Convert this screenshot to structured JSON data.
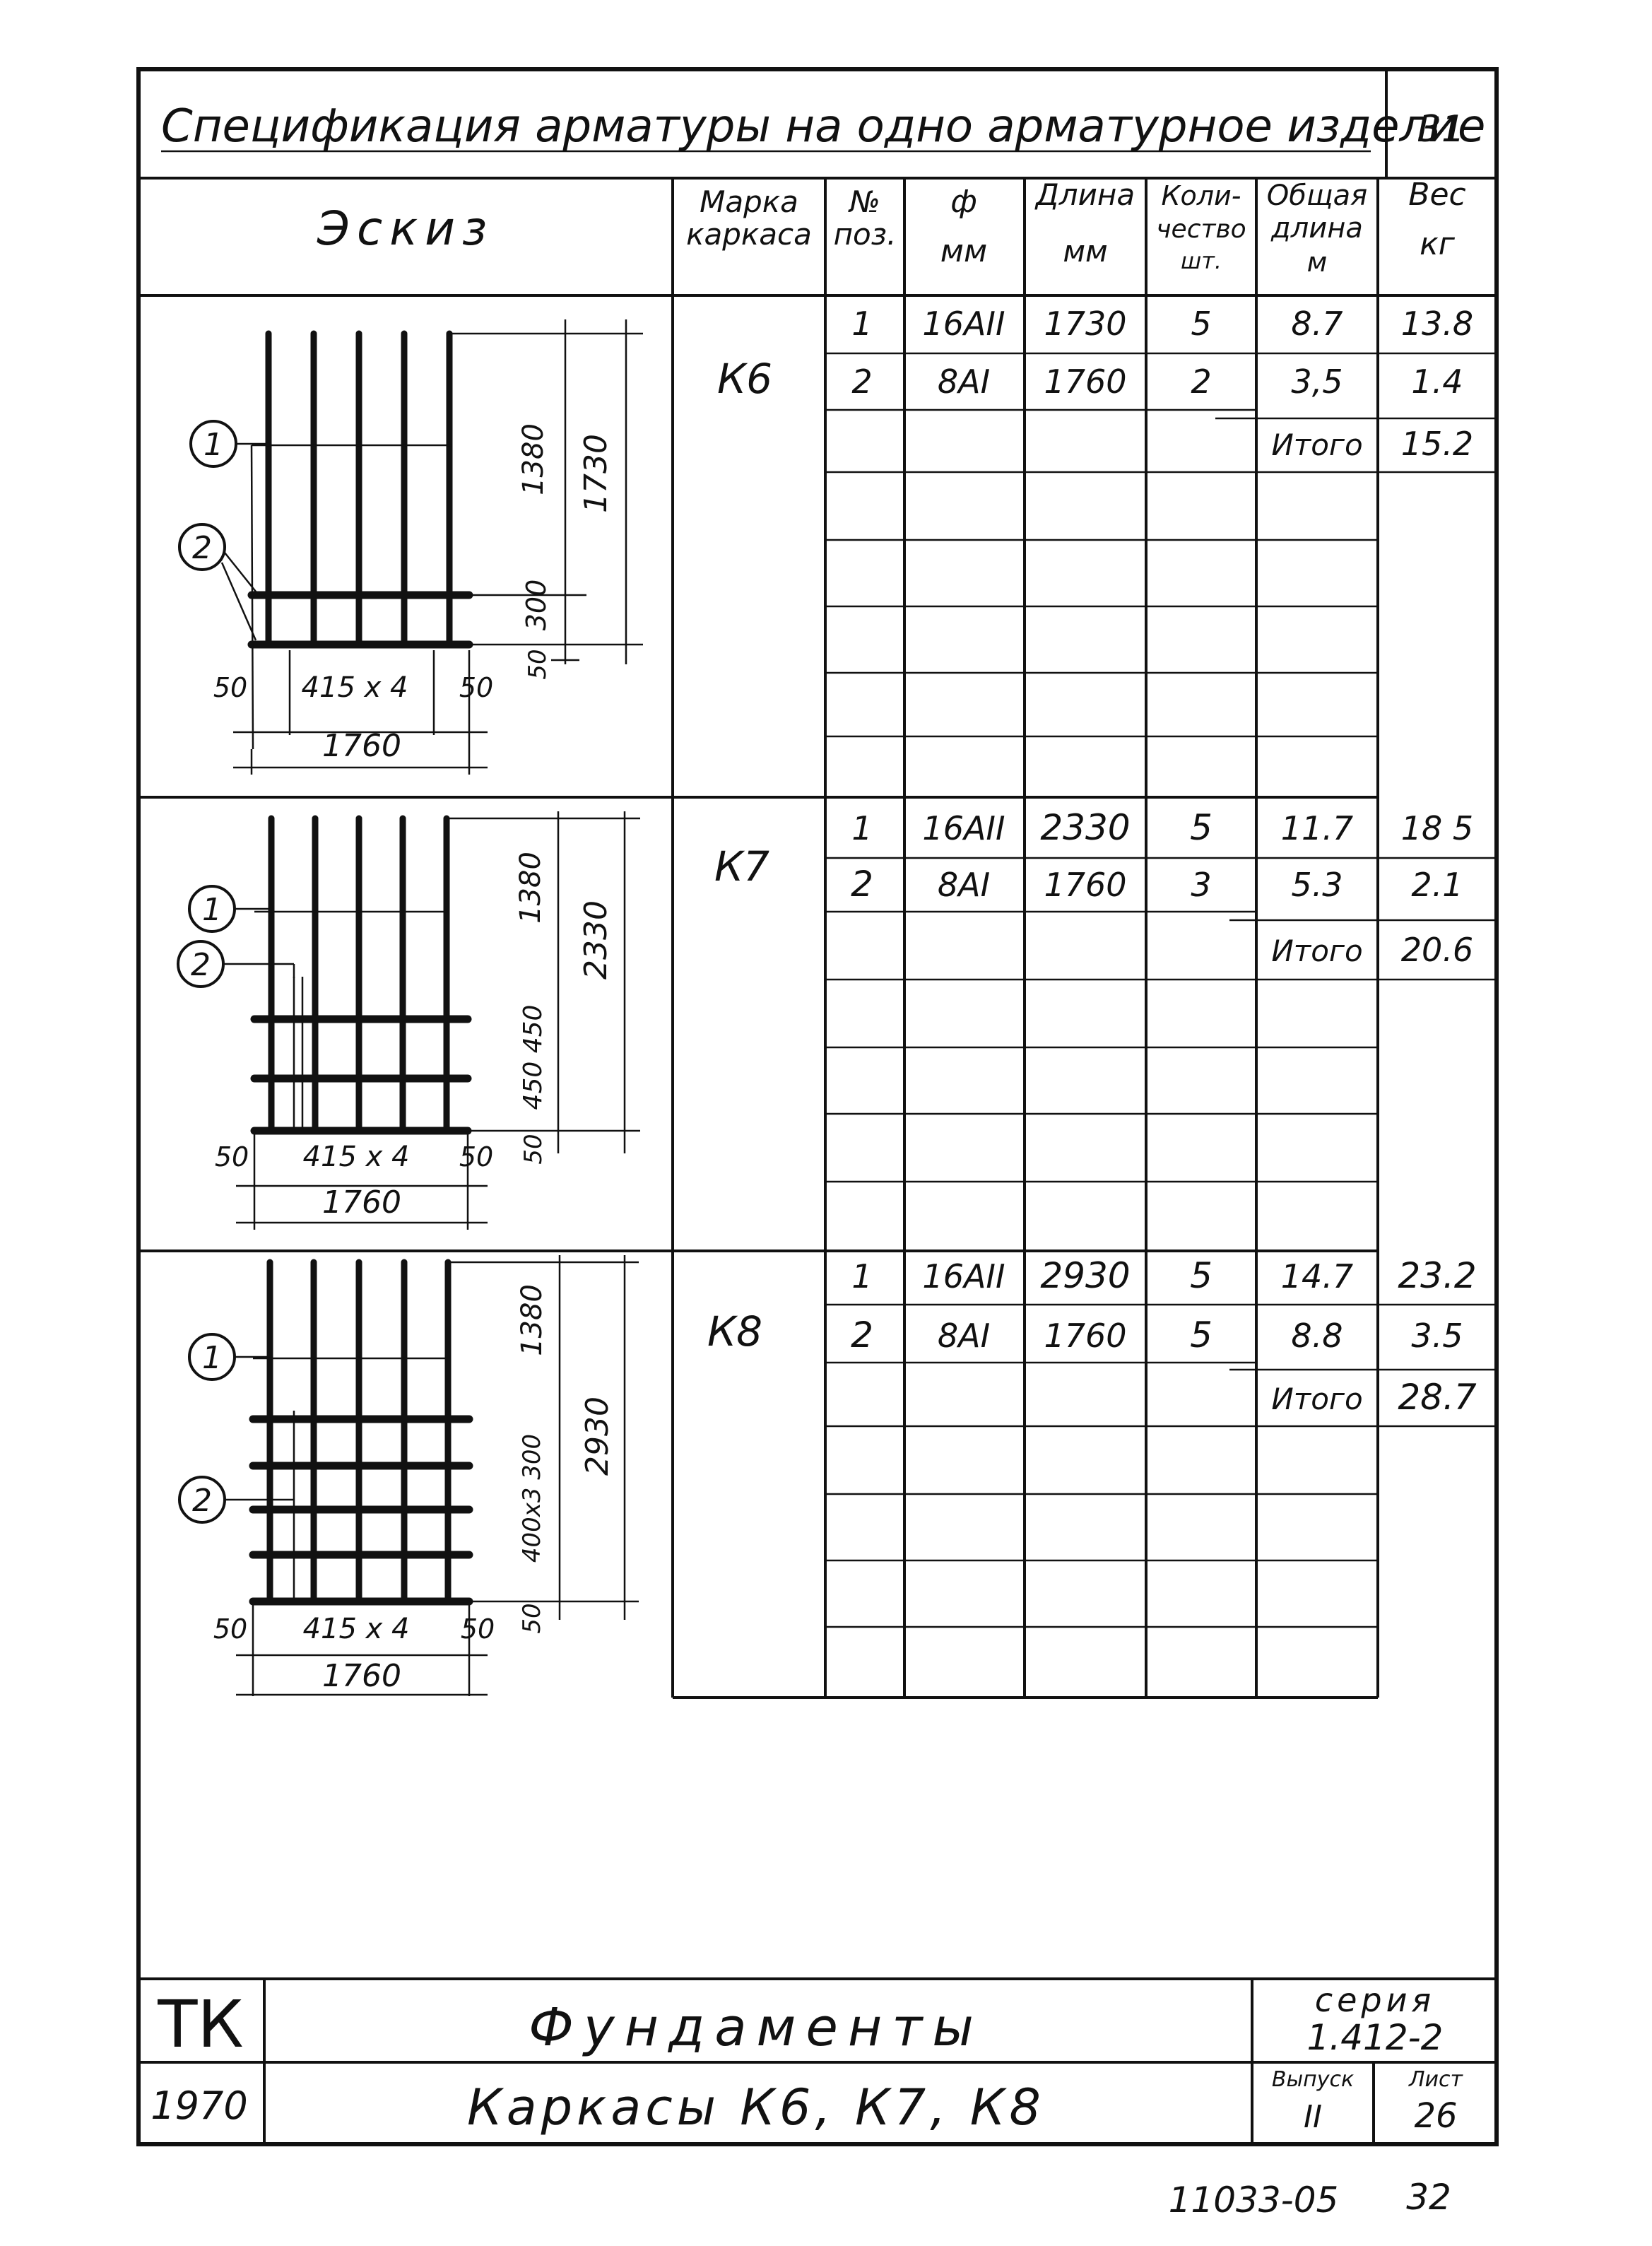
{
  "title": "Спецификация арматуры на одно арматурное изделие",
  "corner_number": "31",
  "headers": {
    "sketch": "Эскиз",
    "mark": [
      "Марка",
      "каркаса"
    ],
    "pos": [
      "№",
      "поз."
    ],
    "dia": [
      "ф",
      "мм"
    ],
    "len": [
      "Длина",
      "мм"
    ],
    "qty": [
      "Коли-",
      "чество",
      "шт."
    ],
    "total": [
      "Общая",
      "длина",
      "м"
    ],
    "weight": [
      "Вес",
      "кг"
    ]
  },
  "sections": [
    {
      "mark": "К6",
      "rows": [
        {
          "pos": "1",
          "dia": "16АII",
          "len": "1730",
          "qty": "5",
          "total": "8.7",
          "weight": "13.8"
        },
        {
          "pos": "2",
          "dia": "8АI",
          "len": "1760",
          "qty": "2",
          "total": "3,5",
          "weight": "1.4"
        }
      ],
      "total_label": "Итого",
      "total_weight": "15.2",
      "sketch": {
        "pos1": "1",
        "pos2": "2",
        "dim_top": "1380",
        "dim_full": "1730",
        "dim_spacing": "300",
        "dim_bottom": "50",
        "left": "50",
        "middle": "415 x 4",
        "right": "50",
        "width": "1760"
      }
    },
    {
      "mark": "К7",
      "rows": [
        {
          "pos": "1",
          "dia": "16АII",
          "len": "2330",
          "qty": "5",
          "total": "11.7",
          "weight": "18 5"
        },
        {
          "pos": "2",
          "dia": "8АI",
          "len": "1760",
          "qty": "3",
          "total": "5.3",
          "weight": "2.1"
        }
      ],
      "total_label": "Итого",
      "total_weight": "20.6",
      "sketch": {
        "pos1": "1",
        "pos2": "2",
        "dim_top": "1380",
        "dim_full": "2330",
        "dim_spacing": "450 450",
        "dim_bottom": "50",
        "left": "50",
        "middle": "415 x 4",
        "right": "50",
        "width": "1760"
      }
    },
    {
      "mark": "К8",
      "rows": [
        {
          "pos": "1",
          "dia": "16АII",
          "len": "2930",
          "qty": "5",
          "total": "14.7",
          "weight": "23.2"
        },
        {
          "pos": "2",
          "dia": "8АI",
          "len": "1760",
          "qty": "5",
          "total": "8.8",
          "weight": "3.5"
        }
      ],
      "total_label": "Итого",
      "total_weight": "28.7",
      "sketch": {
        "pos1": "1",
        "pos2": "2",
        "dim_top": "1380",
        "dim_full": "2930",
        "dim_spacing": "400x3 300",
        "dim_bottom": "50",
        "left": "50",
        "middle": "415 x 4",
        "right": "50",
        "width": "1760"
      }
    }
  ],
  "footer": {
    "org": "ТК",
    "year": "1970",
    "subject": "Фундаменты",
    "drawing": "Каркасы К6, К7, К8",
    "series_label": "серия",
    "series": "1.412-2",
    "issue_label": "Выпуск",
    "issue": "II",
    "sheet_label": "Лист",
    "sheet": "26"
  },
  "stamp": "11033-05",
  "page_number": "32"
}
